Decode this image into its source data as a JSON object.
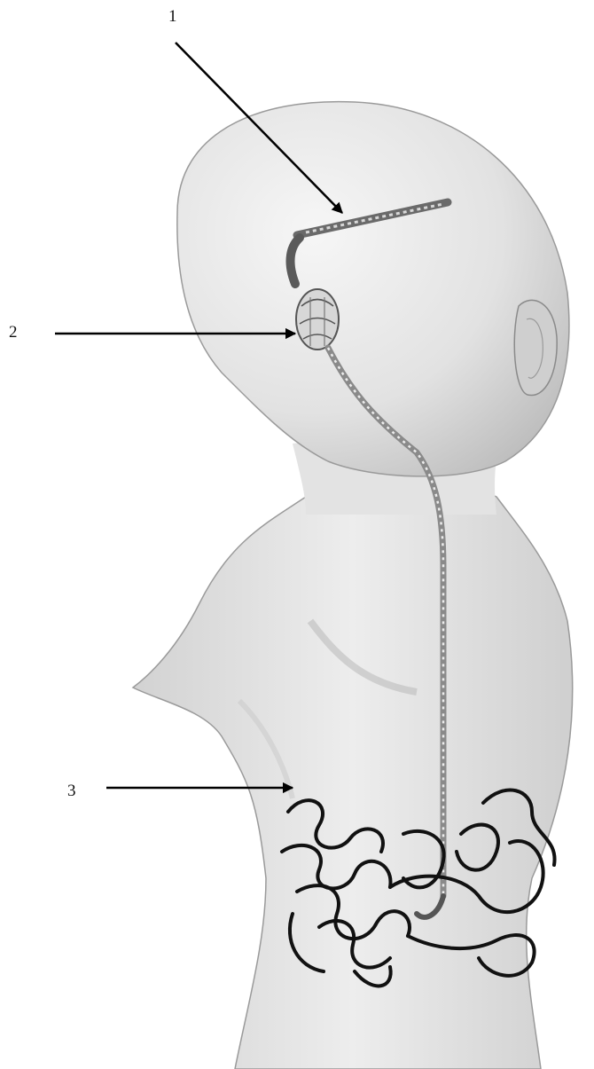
{
  "callouts": {
    "one": "1",
    "two": "2",
    "three": "3"
  },
  "colors": {
    "body_fill": "#e6e6e6",
    "body_shade": "#bdbdbd",
    "outline": "#9a9a9a",
    "shunt": "#6a6a6a",
    "intestine": "#111111",
    "arrow": "#000000"
  }
}
